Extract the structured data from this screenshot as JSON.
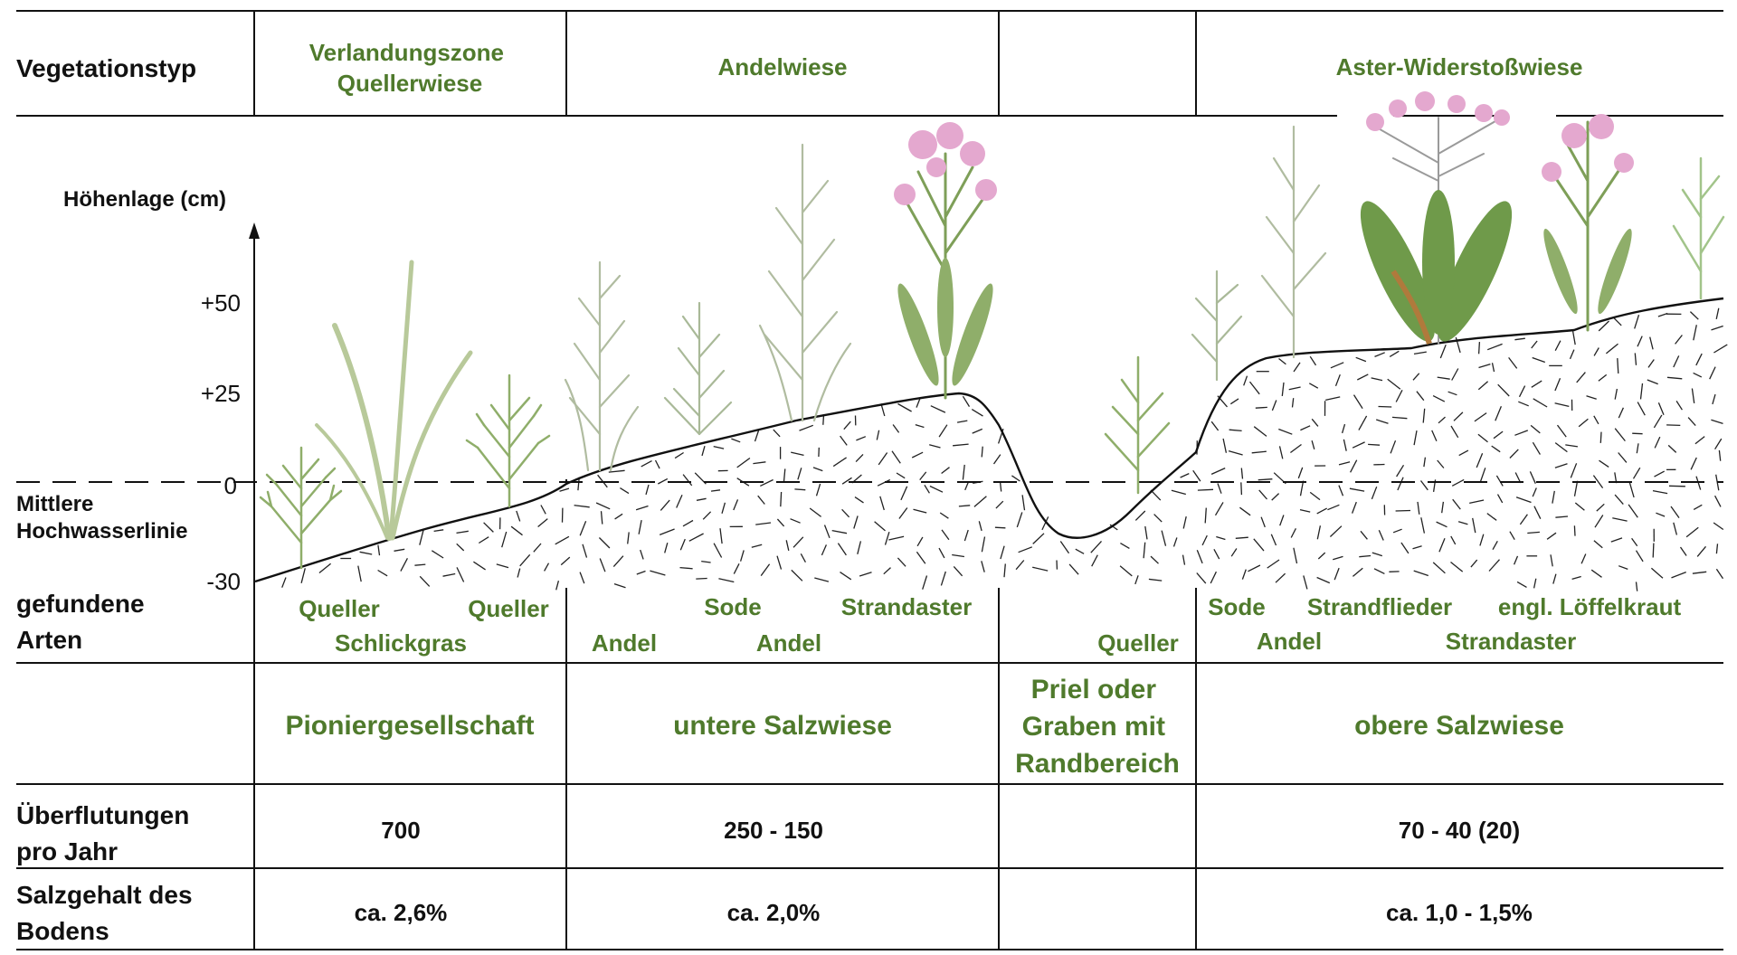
{
  "header": {
    "row_label": "Vegetationstyp",
    "columns": [
      "Verlandungszone\nQuellerwiese",
      "Andelwiese",
      "",
      "Aster-Widerstoßwiese"
    ]
  },
  "axis": {
    "title": "Höhenlage (cm)",
    "ticks": [
      "+50",
      "+25",
      "0",
      "-30"
    ],
    "reference_line": "Mittlere\nHochwasserlinie"
  },
  "species": {
    "row_label": "gefundene\nArten",
    "columns": [
      [
        "Queller",
        "Queller",
        "Schlickgras"
      ],
      [
        "Sode",
        "Strandaster",
        "Andel",
        "Andel"
      ],
      [
        "Queller"
      ],
      [
        "Sode",
        "Strandflieder",
        "engl. Löffelkraut",
        "Andel",
        "Strandaster"
      ]
    ]
  },
  "zones": [
    "Pioniergesellschaft",
    "untere Salzwiese",
    "Priel oder\nGraben mit\nRandbereich",
    "obere Salzwiese"
  ],
  "floods": {
    "row_label": "Überflutungen\npro Jahr",
    "values": [
      "700",
      "250 - 150",
      "",
      "70 - 40 (20)"
    ]
  },
  "salt": {
    "row_label": "Salzgehalt des\nBodens",
    "values": [
      "ca. 2,6%",
      "ca. 2,0%",
      "",
      "ca. 1,0 - 1,5%"
    ]
  },
  "colors": {
    "label_green": "#4f7a2c",
    "text": "#111111",
    "lines": "#111111",
    "plant_green": "#8fae6a",
    "grass_green": "#a9b98d",
    "flower_pink": "#e4a8cf"
  }
}
